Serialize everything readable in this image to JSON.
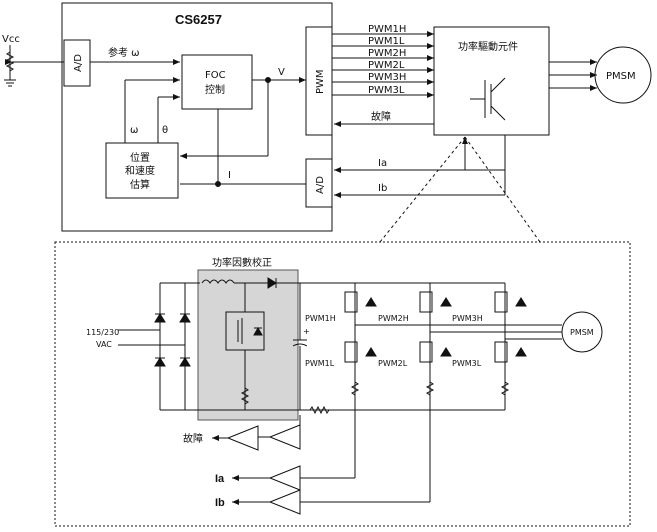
{
  "top": {
    "chip_title": "CS6257",
    "vcc": "Vcc",
    "ad_left": "A/D",
    "ref_omega": "参考 ω",
    "foc_line1": "FOC",
    "foc_line2": "控制",
    "v_label": "V",
    "pwm_block": "PWM",
    "pwm_signals": [
      "PWM1H",
      "PWM1L",
      "PWM2H",
      "PWM2L",
      "PWM3H",
      "PWM3L"
    ],
    "fault_top": "故障",
    "driver_label": "功率驅動元件",
    "motor_top": "PMSM",
    "omega_small": "ω",
    "theta_small": "θ",
    "estimator_lines": [
      "位置",
      "和速度",
      "估算"
    ],
    "i_label": "I",
    "ia_top": "Ia",
    "ib_top": "Ib",
    "ad_right": "A/D"
  },
  "bottom": {
    "pfc_title": "功率因數校正",
    "ac_line1": "115/230",
    "ac_line2": "VAC",
    "plus": "+",
    "pwm_labels": {
      "h1": "PWM1H",
      "h2": "PWM2H",
      "h3": "PWM3H",
      "l1": "PWM1L",
      "l2": "PWM2L",
      "l3": "PWM3L"
    },
    "motor": "PMSM",
    "fault": "故障",
    "ia": "Ia",
    "ib": "Ib"
  }
}
